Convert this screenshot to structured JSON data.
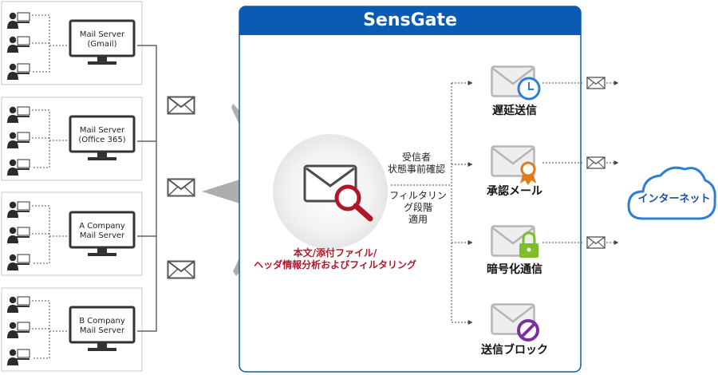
{
  "title": "SensGate",
  "mail_servers": [
    {
      "line1": "Mail Server",
      "line2": "(Gmail)"
    },
    {
      "line1": "Mail Server",
      "line2": "(Office 365)"
    },
    {
      "line1": "A Company",
      "line2": "Mail Server"
    },
    {
      "line1": "B Company",
      "line2": "Mail Server"
    }
  ],
  "center_label": {
    "line1": "本文/添付ファイル/",
    "line2": "ヘッダ情報分析およびフィルタリング"
  },
  "mid_label_1": {
    "line1": "受信者",
    "line2": "状態事前確認"
  },
  "mid_label_2": {
    "line1": "フィルタリン",
    "line2": "グ段階",
    "line3": "適用"
  },
  "outputs": [
    {
      "label": "遅延送信",
      "badge": "clock-icon"
    },
    {
      "label": "承認メール",
      "badge": "ribbon-icon"
    },
    {
      "label": "暗号化通信",
      "badge": "lock-icon"
    },
    {
      "label": "送信ブロック",
      "badge": "block-icon"
    }
  ],
  "internet_label": "インターネット",
  "colors": {
    "brand_blue": "#0b5bb5",
    "filter_red": "#b0182a",
    "clock_blue": "#2c7fd4",
    "ribbon_orange": "#e07b1a",
    "lock_green": "#7cbf2a",
    "block_purple": "#7a2ea0",
    "arrow_gray": "#aeaeae"
  }
}
